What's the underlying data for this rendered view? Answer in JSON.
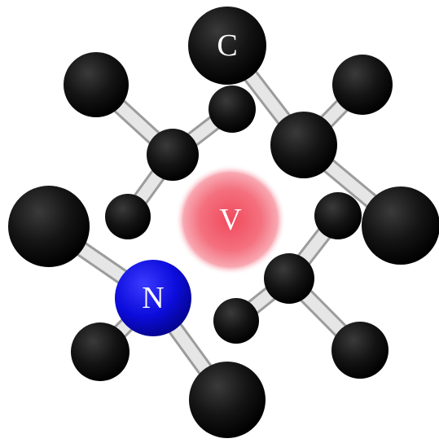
{
  "colors": {
    "carbon": "#111111",
    "nitrogen": "#1010e0",
    "vacancy": "#f46070",
    "bond": "#dcdcdc",
    "background": "#ffffff"
  },
  "labels": {
    "carbon": "C",
    "nitrogen": "N",
    "vacancy": "V"
  },
  "atoms": [
    {
      "name": "carbon-atom-labeled",
      "element": "C",
      "label": "C"
    },
    {
      "name": "carbon-atom-top-center",
      "element": "C"
    },
    {
      "name": "carbon-atom-upper-left",
      "element": "C"
    },
    {
      "name": "carbon-atom-left-hub",
      "element": "C"
    },
    {
      "name": "carbon-atom-left-inner",
      "element": "C"
    },
    {
      "name": "carbon-atom-right-hub",
      "element": "C"
    },
    {
      "name": "carbon-atom-upper-right",
      "element": "C"
    },
    {
      "name": "carbon-atom-right-far",
      "element": "C"
    },
    {
      "name": "carbon-atom-right-inner",
      "element": "C"
    },
    {
      "name": "carbon-atom-lower-right-hub",
      "element": "C"
    },
    {
      "name": "carbon-atom-lower-inner",
      "element": "C"
    },
    {
      "name": "carbon-atom-lower-right",
      "element": "C"
    },
    {
      "name": "carbon-atom-far-left",
      "element": "C"
    },
    {
      "name": "carbon-atom-lower-left",
      "element": "C"
    },
    {
      "name": "carbon-atom-bottom",
      "element": "C"
    },
    {
      "name": "nitrogen-atom",
      "element": "N",
      "label": "N"
    }
  ],
  "vacancy": {
    "name": "vacancy-site",
    "label": "V"
  }
}
